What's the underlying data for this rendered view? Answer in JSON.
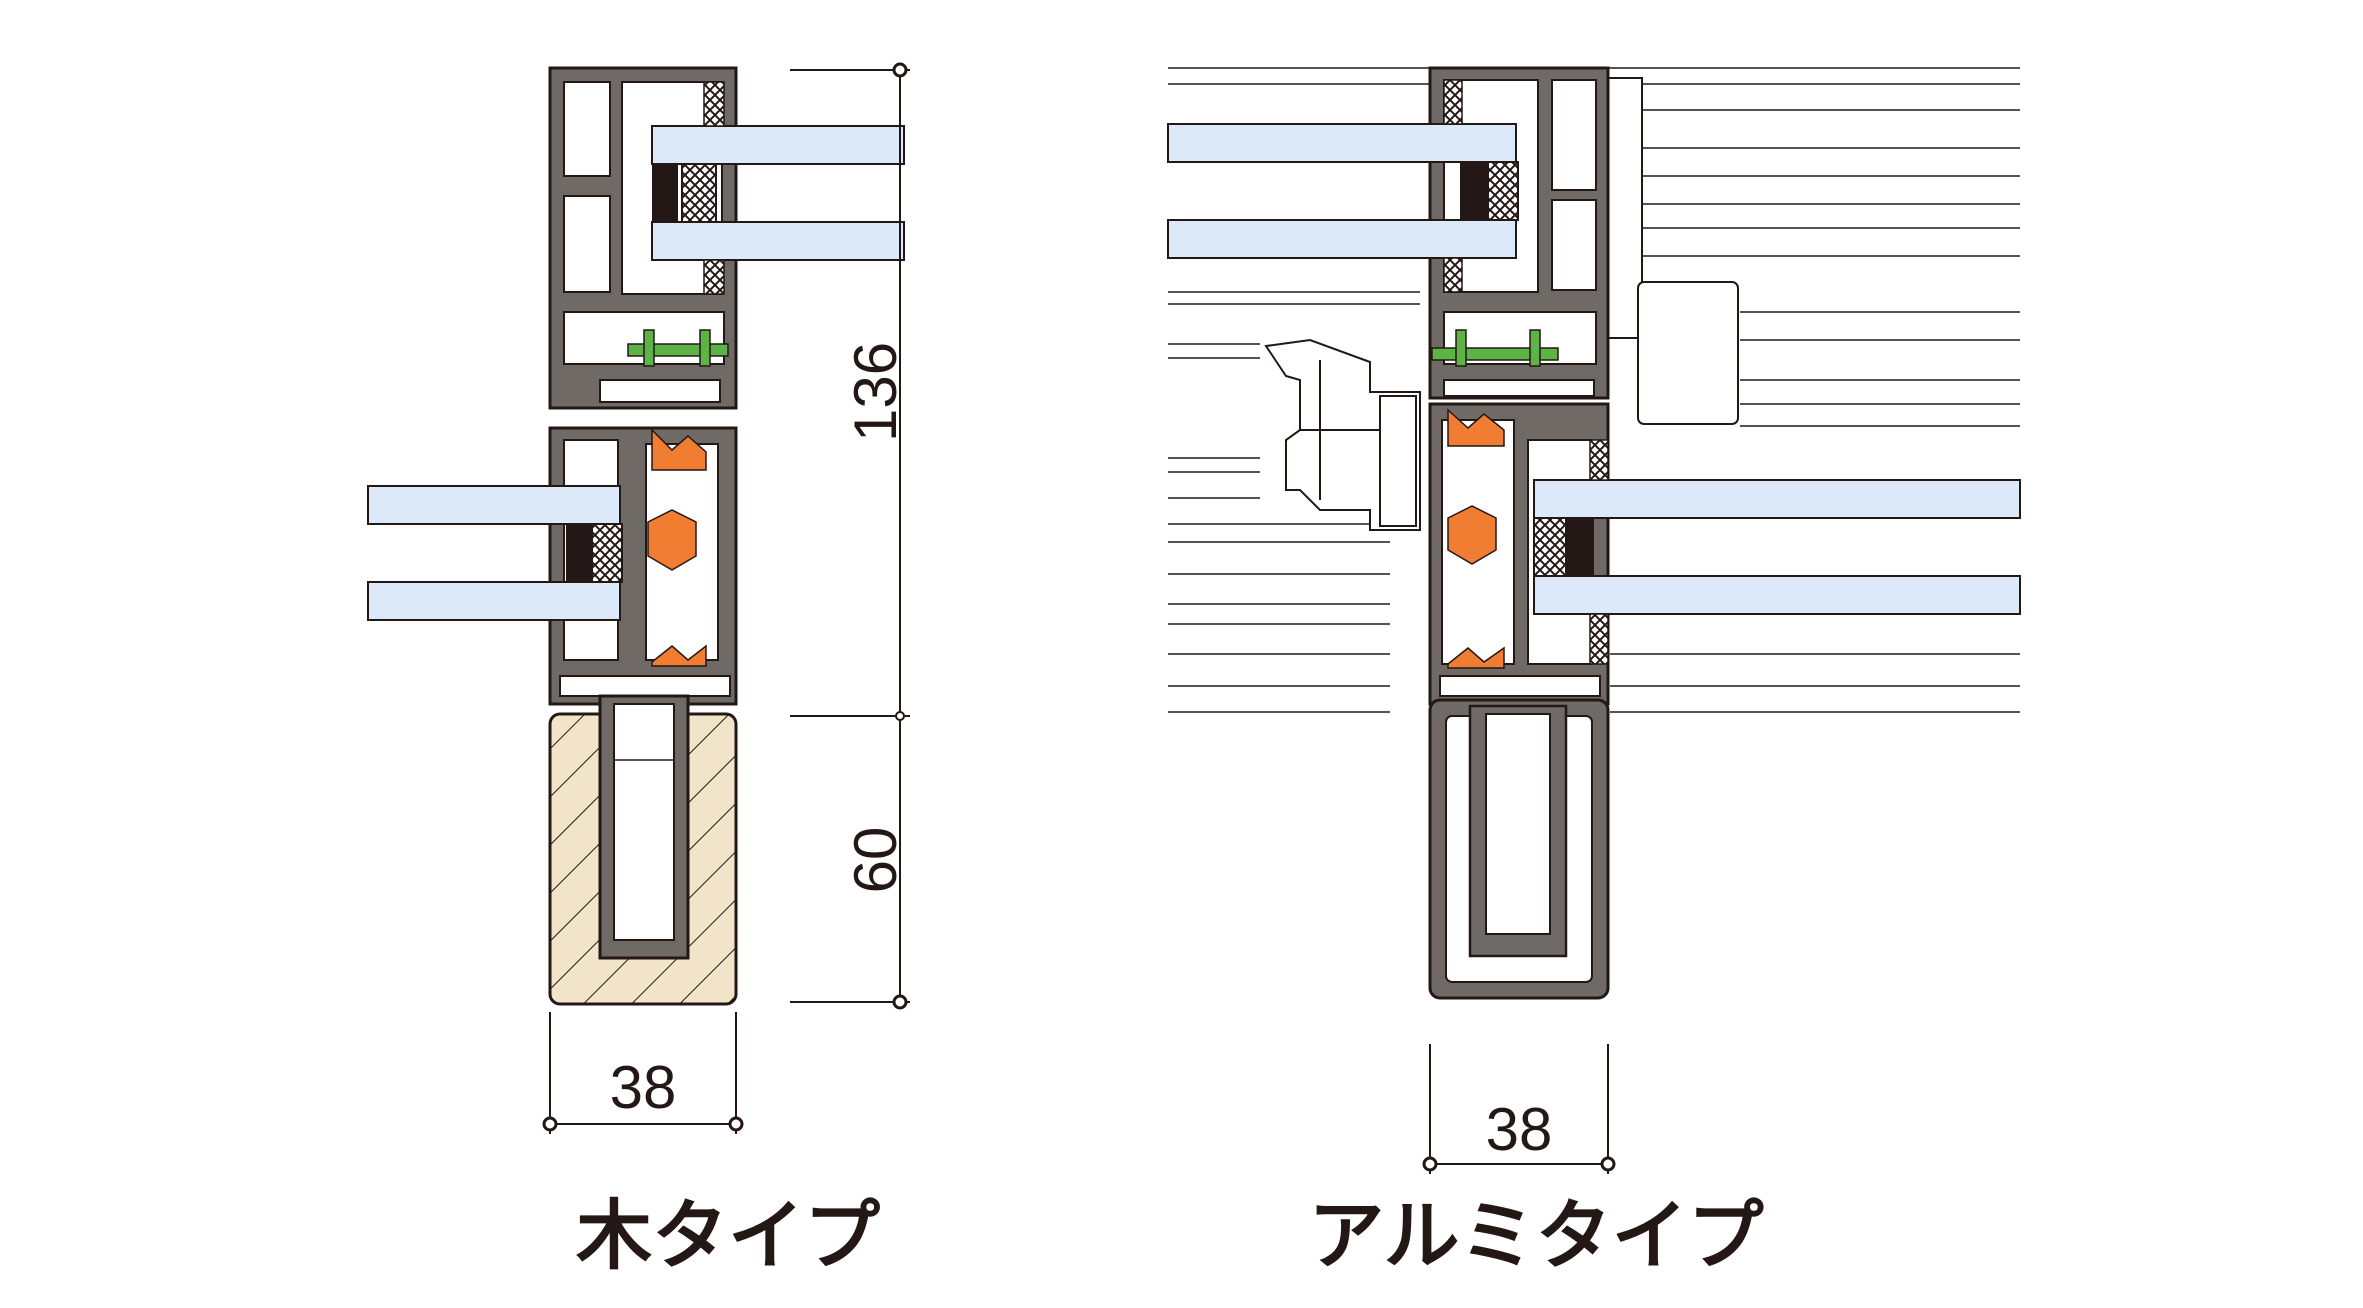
{
  "diagrams": [
    {
      "caption": "木タイプ",
      "dimensions": {
        "height_upper": "136",
        "height_lower": "60",
        "width": "38"
      }
    },
    {
      "caption": "アルミタイプ",
      "dimensions": {
        "width": "38"
      }
    }
  ],
  "colors": {
    "frame": "#6f6a66",
    "frame_stroke": "#231815",
    "glass": "#dbe9f8",
    "gasket": "#231815",
    "green_seal": "#5db346",
    "orange_thermal": "#f07d32",
    "wood": "#f1e4c8"
  }
}
